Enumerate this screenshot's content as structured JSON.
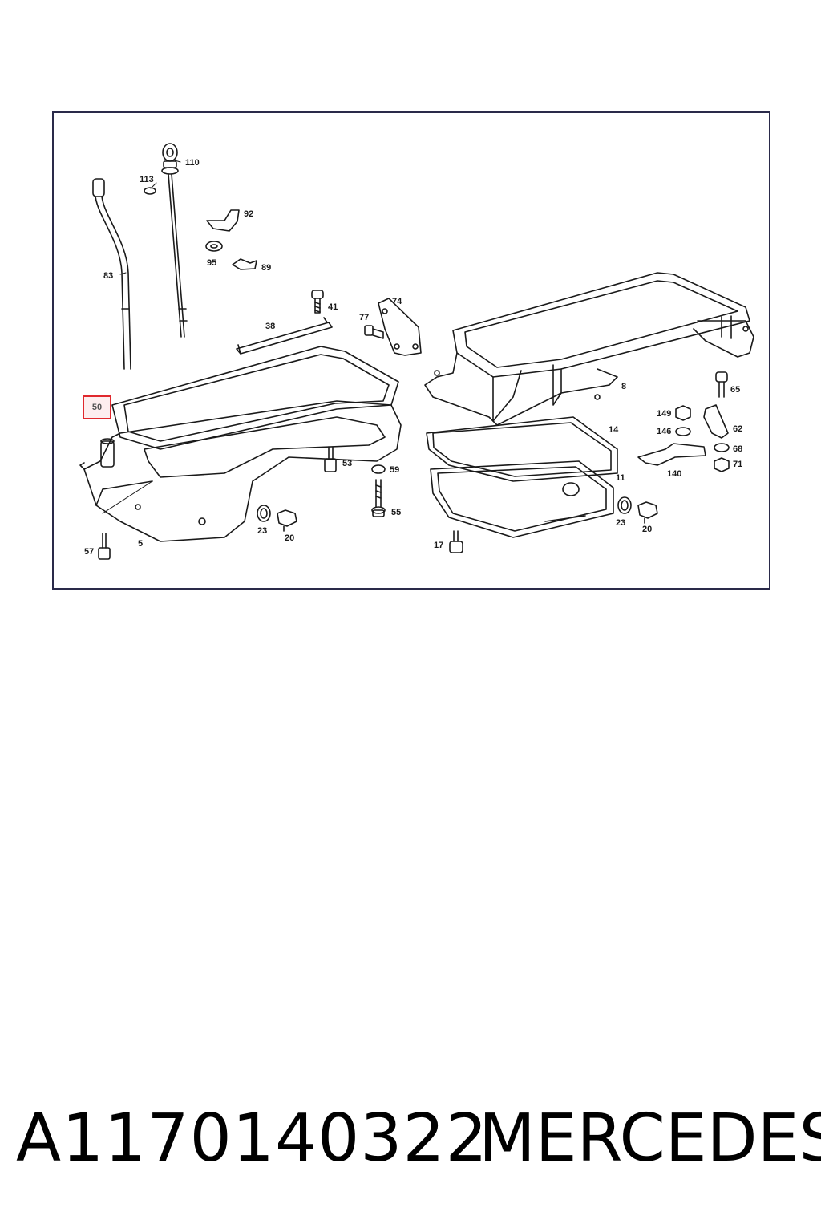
{
  "diagram": {
    "labels": {
      "l110": "110",
      "l113": "113",
      "l92": "92",
      "l95": "95",
      "l89": "89",
      "l83": "83",
      "l41": "41",
      "l74": "74",
      "l77": "77",
      "l38": "38",
      "l8": "8",
      "l65": "65",
      "l149": "149",
      "l62": "62",
      "l146": "146",
      "l68": "68",
      "l71": "71",
      "l140": "140",
      "l14": "14",
      "l11": "11",
      "l53": "53",
      "l59": "59",
      "l55": "55",
      "l23a": "23",
      "l20a": "20",
      "l23b": "23",
      "l20b": "20",
      "l17": "17",
      "l57": "57",
      "l5": "5"
    },
    "highlighted_label": "50",
    "highlight_color": "#e0282d"
  },
  "footer": {
    "part_number": "A1170140322",
    "brand": "MERCEDES"
  }
}
